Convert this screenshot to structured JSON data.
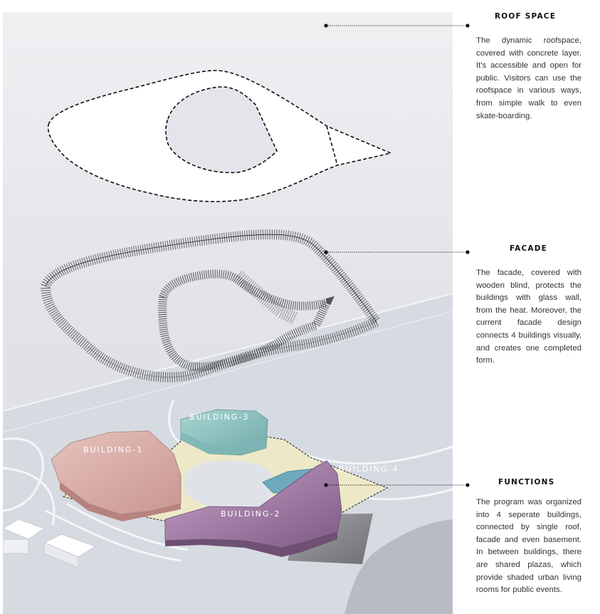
{
  "sections": [
    {
      "title": "ROOF SPACE",
      "text": "The dynamic roofspace, covered with concrete layer. It's accessible and  open for public. Visitors can use the roofspace in various ways, from simple walk to even  skate-boarding."
    },
    {
      "title": "FACADE",
      "text": "The facade, covered with wooden blind, protects the buildings with glass wall, from the heat. Moreover, the current facade design connects 4 buildings visually, and creates one completed form."
    },
    {
      "title": "FUNCTIONS",
      "text": "The program was organized into 4 seperate buildings, connected by single roof, facade and even basement. In between buildings, there are shared plazas, which provide shaded urban living rooms for public events."
    }
  ],
  "buildings": [
    {
      "label": "BUILDING-1",
      "color": "#d9aaa5"
    },
    {
      "label": "BUILDING-2",
      "color": "#a37fa6"
    },
    {
      "label": "BUILDING-3",
      "color": "#8fc4c2"
    },
    {
      "label": "BUILDING-4",
      "color": "#6fa9bd"
    }
  ],
  "colors": {
    "panel_background": "#e4e5ea",
    "site_base": "#d4d9e0",
    "plaza": "#ede9c8",
    "roof_fill": "#ffffff"
  }
}
